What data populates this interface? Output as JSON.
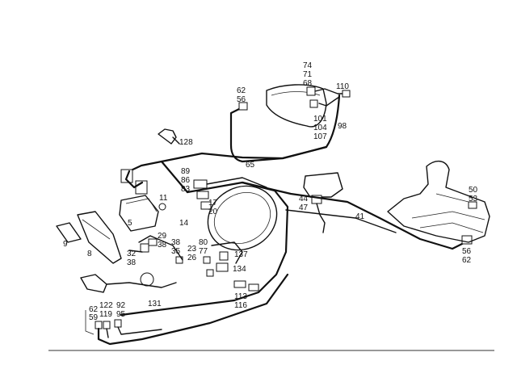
{
  "labels": [
    {
      "id": "74",
      "text": "74"
    },
    {
      "id": "71",
      "text": "71"
    },
    {
      "id": "68",
      "text": "68"
    },
    {
      "id": "110",
      "text": "110"
    },
    {
      "id": "62a",
      "text": "62"
    },
    {
      "id": "56a",
      "text": "56"
    },
    {
      "id": "101",
      "text": "101"
    },
    {
      "id": "104",
      "text": "104"
    },
    {
      "id": "107",
      "text": "107"
    },
    {
      "id": "98",
      "text": "98"
    },
    {
      "id": "128",
      "text": "128"
    },
    {
      "id": "65",
      "text": "65"
    },
    {
      "id": "89",
      "text": "89"
    },
    {
      "id": "86",
      "text": "86"
    },
    {
      "id": "83",
      "text": "83"
    },
    {
      "id": "11",
      "text": "11"
    },
    {
      "id": "17",
      "text": "17"
    },
    {
      "id": "20",
      "text": "20"
    },
    {
      "id": "5",
      "text": "5"
    },
    {
      "id": "14",
      "text": "14"
    },
    {
      "id": "44",
      "text": "44"
    },
    {
      "id": "47",
      "text": "47"
    },
    {
      "id": "41",
      "text": "41"
    },
    {
      "id": "50",
      "text": "50"
    },
    {
      "id": "53",
      "text": "53"
    },
    {
      "id": "9",
      "text": "9"
    },
    {
      "id": "29",
      "text": "29"
    },
    {
      "id": "38a",
      "text": "38"
    },
    {
      "id": "38b",
      "text": "38"
    },
    {
      "id": "35",
      "text": "35"
    },
    {
      "id": "80",
      "text": "80"
    },
    {
      "id": "23",
      "text": "23"
    },
    {
      "id": "77",
      "text": "77"
    },
    {
      "id": "26",
      "text": "26"
    },
    {
      "id": "8",
      "text": "8"
    },
    {
      "id": "32",
      "text": "32"
    },
    {
      "id": "38c",
      "text": "38"
    },
    {
      "id": "137",
      "text": "137"
    },
    {
      "id": "134",
      "text": "134"
    },
    {
      "id": "56b",
      "text": "56"
    },
    {
      "id": "62b",
      "text": "62"
    },
    {
      "id": "131",
      "text": "131"
    },
    {
      "id": "113",
      "text": "113"
    },
    {
      "id": "116",
      "text": "116"
    },
    {
      "id": "62c",
      "text": "62"
    },
    {
      "id": "122",
      "text": "122"
    },
    {
      "id": "92",
      "text": "92"
    },
    {
      "id": "119",
      "text": "119"
    },
    {
      "id": "95",
      "text": "95"
    },
    {
      "id": "59",
      "text": "59"
    }
  ]
}
